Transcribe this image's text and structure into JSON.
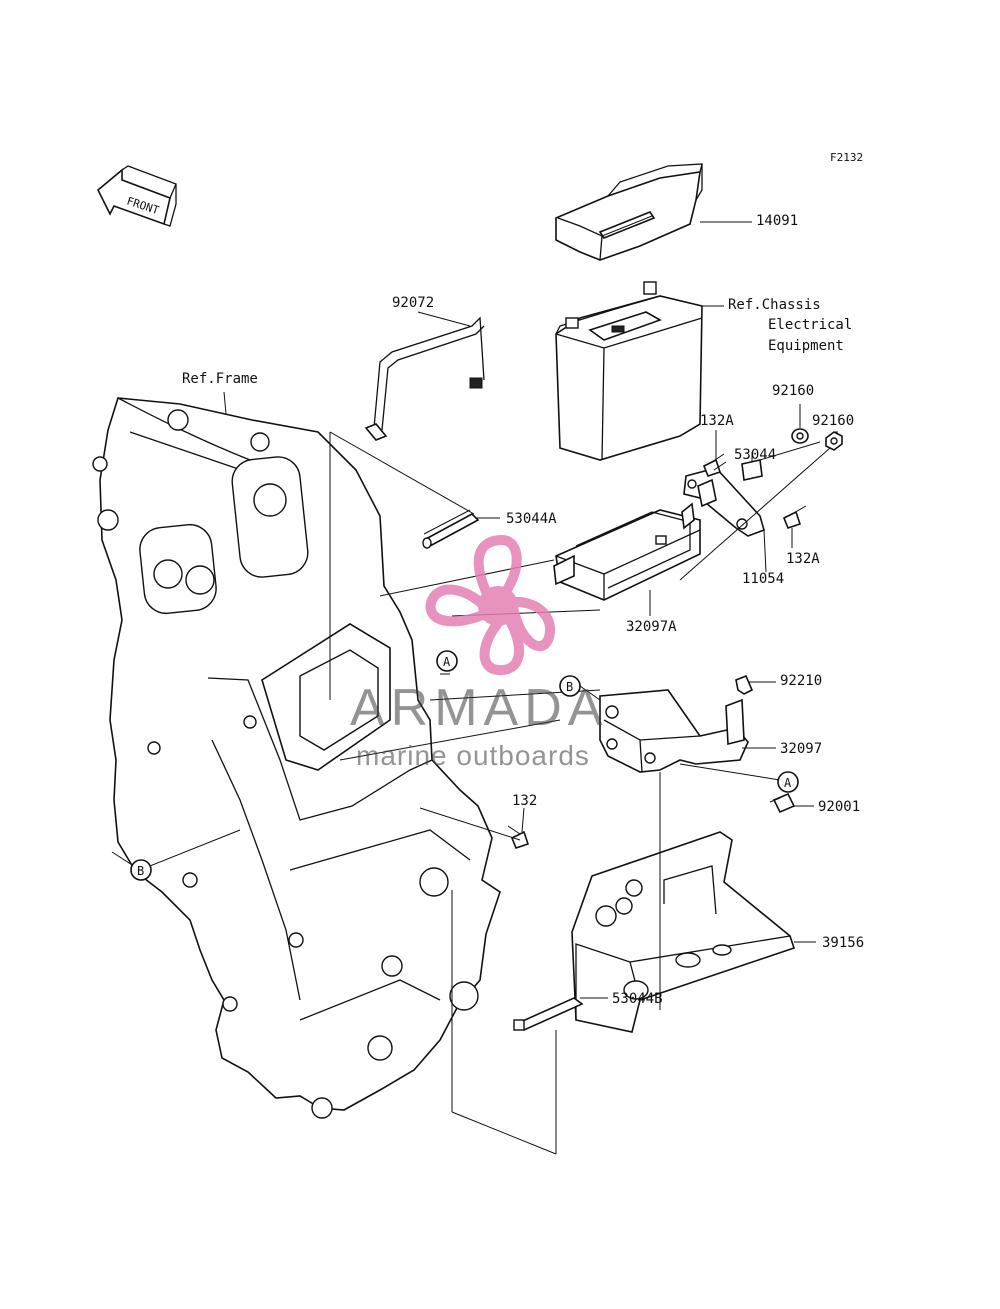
{
  "diagram": {
    "figure_code": "F2132",
    "front_arrow_text": "FRONT",
    "watermark": {
      "brand": "ARMADA",
      "tagline": "marine outboards",
      "color": "#e57fb3"
    },
    "ref_frame": "Ref.Frame",
    "ref_chassis": [
      "Ref.Chassis",
      "Electrical",
      "Equipment"
    ],
    "callouts": {
      "p14091": "14091",
      "p92072": "92072",
      "p92160a": "92160",
      "p92160b": "92160",
      "p132Aa": "132A",
      "p53044": "53044",
      "p53044A": "53044A",
      "p132Ab": "132A",
      "p11054": "11054",
      "p32097A": "32097A",
      "p92210": "92210",
      "p32097": "32097",
      "p92001": "92001",
      "p132": "132",
      "p39156": "39156",
      "p53044B": "53044B",
      "markA1": "A",
      "markA2": "A",
      "markB1": "B",
      "markB2": "B"
    }
  }
}
